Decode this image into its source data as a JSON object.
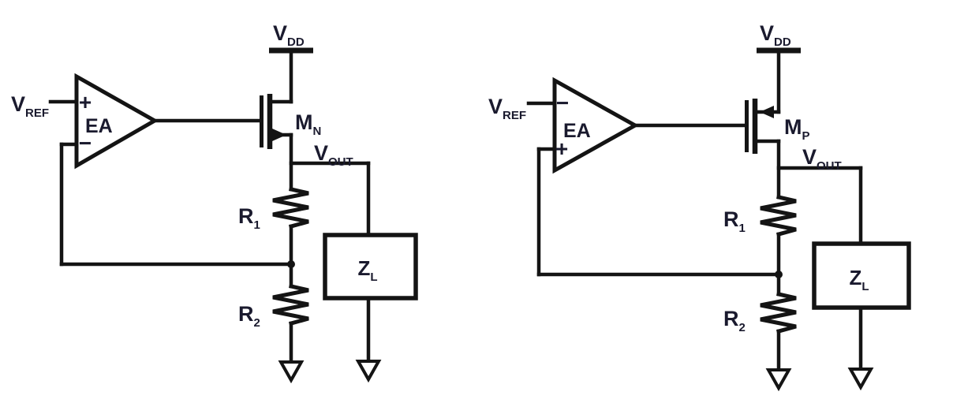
{
  "colors": {
    "ink": "#141414",
    "label_text": "#1a1a2e",
    "background": "#ffffff"
  },
  "left": {
    "supply": {
      "base": "V",
      "sub": "DD"
    },
    "reference": {
      "base": "V",
      "sub": "REF"
    },
    "amplifier": "EA",
    "polarity_top": "+",
    "polarity_bottom": "−",
    "transistor": {
      "base": "M",
      "sub": "N"
    },
    "output": {
      "base": "V",
      "sub": "OUT"
    },
    "r1": {
      "base": "R",
      "sub": "1"
    },
    "r2": {
      "base": "R",
      "sub": "2"
    },
    "load": {
      "base": "Z",
      "sub": "L"
    }
  },
  "right": {
    "supply": {
      "base": "V",
      "sub": "DD"
    },
    "reference": {
      "base": "V",
      "sub": "REF"
    },
    "amplifier": "EA",
    "polarity_top": "−",
    "polarity_bottom": "+",
    "transistor": {
      "base": "M",
      "sub": "P"
    },
    "output": {
      "base": "V",
      "sub": "OUT"
    },
    "r1": {
      "base": "R",
      "sub": "1"
    },
    "r2": {
      "base": "R",
      "sub": "2"
    },
    "load": {
      "base": "Z",
      "sub": "L"
    }
  }
}
